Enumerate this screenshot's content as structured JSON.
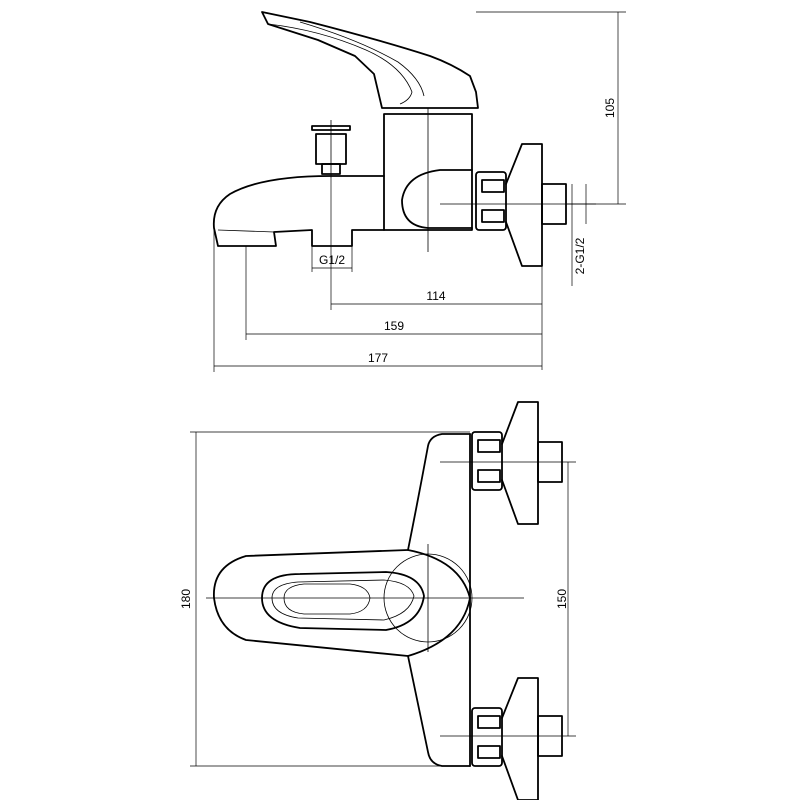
{
  "drawing": {
    "dimensions": {
      "height": "105",
      "inlet_thread": "2-G1/2",
      "outlet_thread": "G1/2",
      "inlet_to_outlet": "114",
      "inlet_to_spout_front": "159",
      "overall_length": "177",
      "overall_width": "180",
      "inlet_spacing": "150"
    },
    "line_color": "#000000",
    "background_color": "#ffffff"
  }
}
